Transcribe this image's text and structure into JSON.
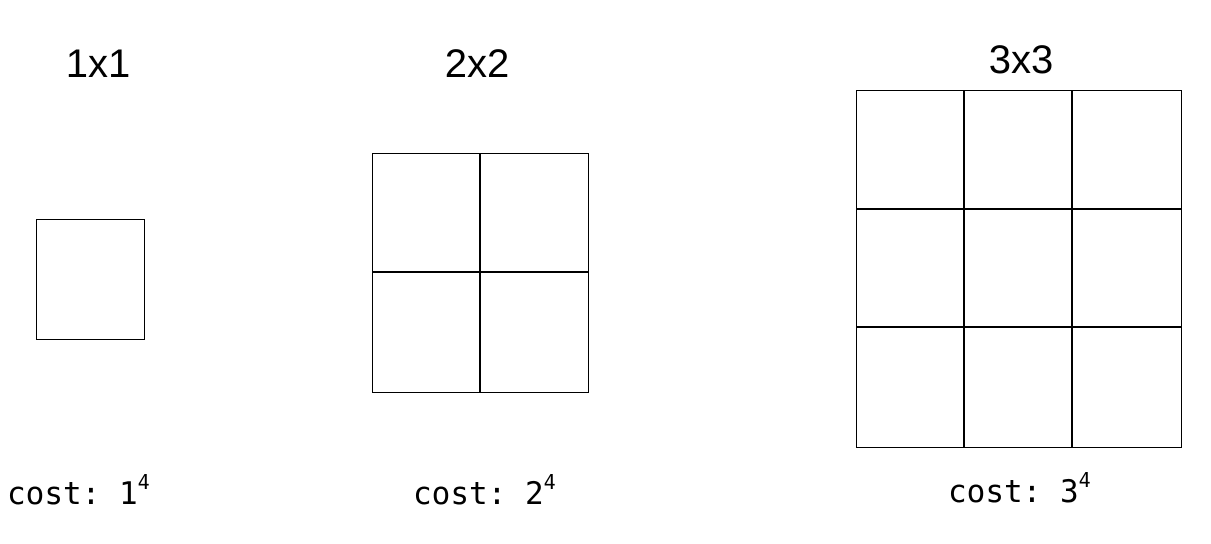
{
  "diagrams": [
    {
      "title": "1x1",
      "cost_prefix": "cost: ",
      "cost_base": "1",
      "cost_exponent": "4"
    },
    {
      "title": "2x2",
      "cost_prefix": "cost: ",
      "cost_base": "2",
      "cost_exponent": "4"
    },
    {
      "title": "3x3",
      "cost_prefix": "cost: ",
      "cost_base": "3",
      "cost_exponent": "4"
    }
  ]
}
